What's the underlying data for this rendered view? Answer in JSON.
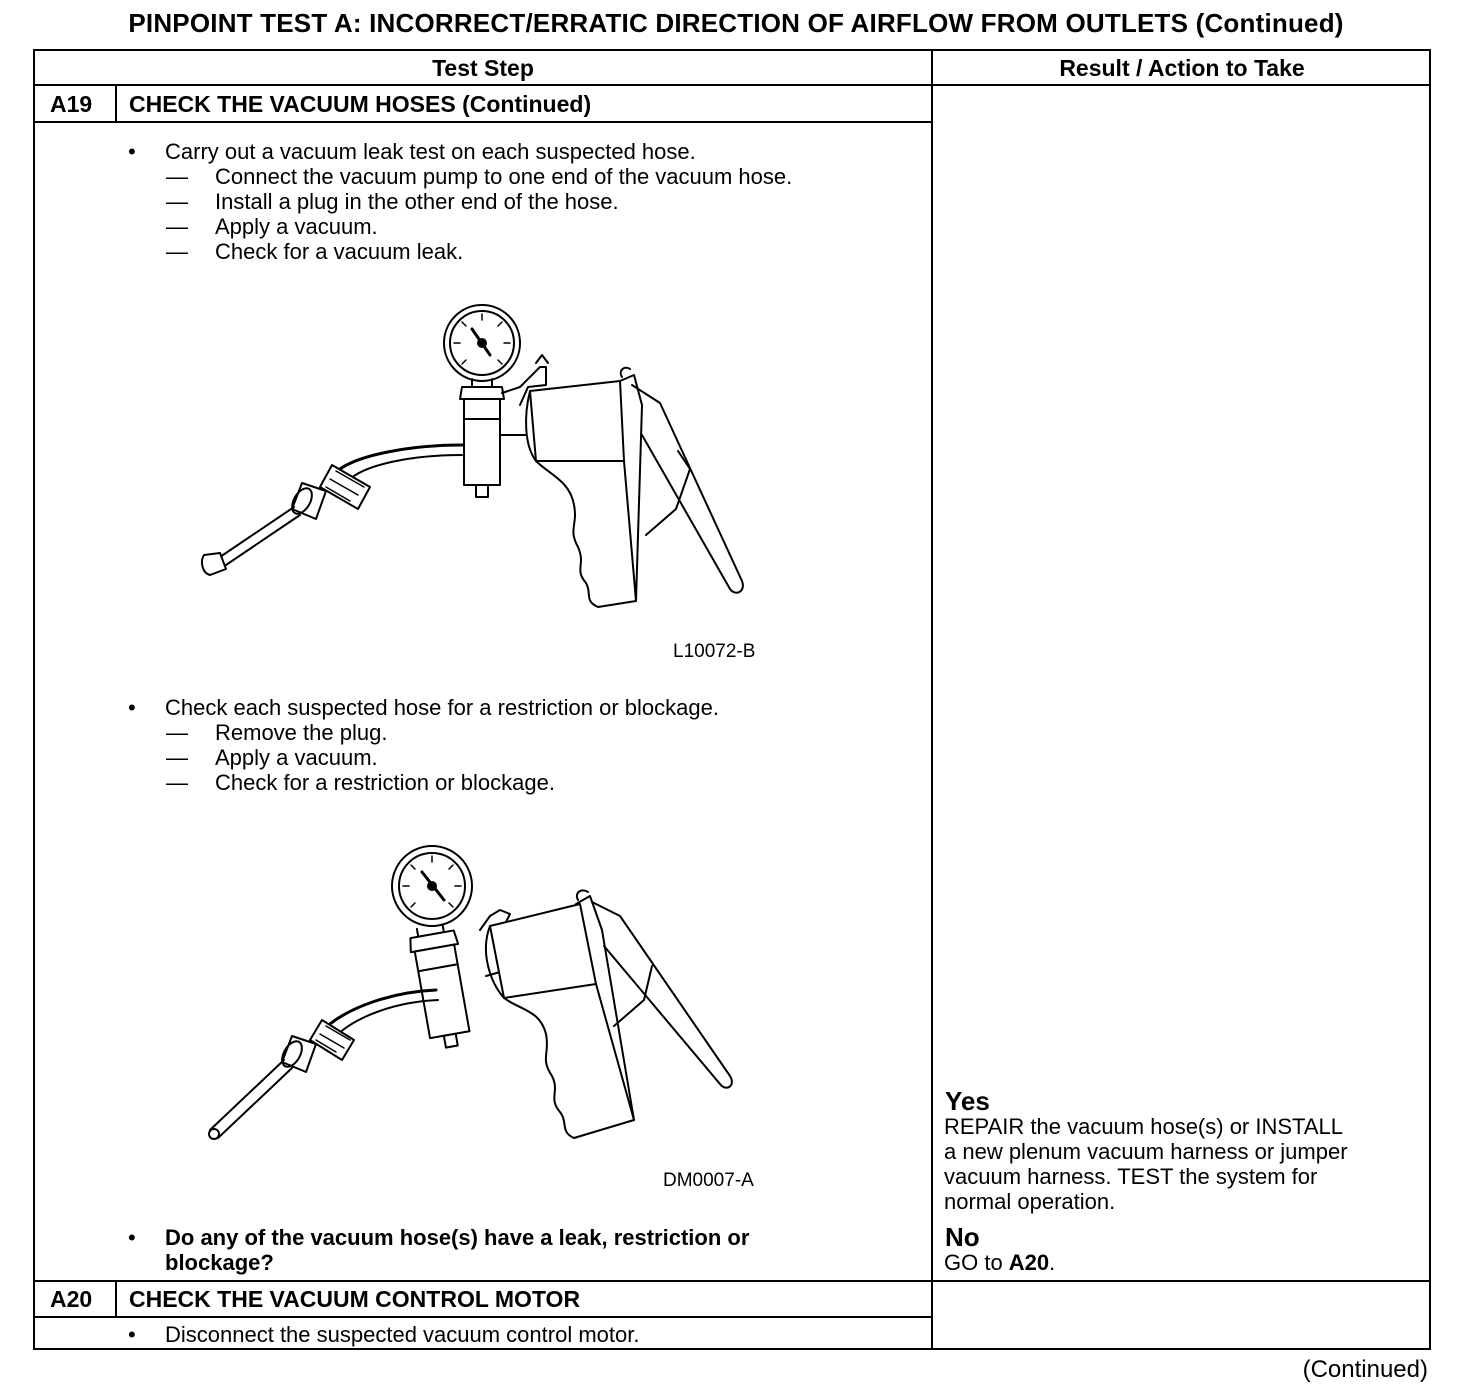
{
  "page_title": "PINPOINT TEST  A: INCORRECT/ERRATIC DIRECTION OF AIRFLOW FROM OUTLETS (Continued)",
  "table": {
    "col_test_step": "Test Step",
    "col_result": "Result / Action to Take"
  },
  "step_a19": {
    "id": "A19",
    "title": "CHECK THE VACUUM HOSES (Continued)",
    "bullet1": "Carry out a vacuum leak test on each suspected hose.",
    "bullet1_subs": [
      "Connect the vacuum pump to one end of the vacuum hose.",
      "Install a plug in the other end of the hose.",
      "Apply a vacuum.",
      "Check for a vacuum leak."
    ],
    "figure1_caption": "L10072-B",
    "bullet2": "Check each suspected hose for a restriction or blockage.",
    "bullet2_subs": [
      "Remove the plug.",
      "Apply a vacuum.",
      "Check for a restriction or blockage."
    ],
    "figure2_caption": "DM0007-A",
    "question_line1": "Do any of the vacuum hose(s) have a leak, restriction or",
    "question_line2": "blockage?"
  },
  "result_a19": {
    "yes_label": "Yes",
    "yes_lines": [
      "REPAIR the vacuum hose(s) or INSTALL",
      "a new plenum vacuum harness or jumper",
      "vacuum harness. TEST the system for",
      "normal operation."
    ],
    "no_label": "No",
    "no_prefix": "GO to ",
    "no_target": "A20",
    "no_suffix": "."
  },
  "step_a20": {
    "id": "A20",
    "title": "CHECK THE VACUUM CONTROL MOTOR",
    "bullet1": "Disconnect the suspected vacuum control motor."
  },
  "bullet_glyph": "•",
  "dash_glyph": "—",
  "footer_continued": "(Continued)"
}
